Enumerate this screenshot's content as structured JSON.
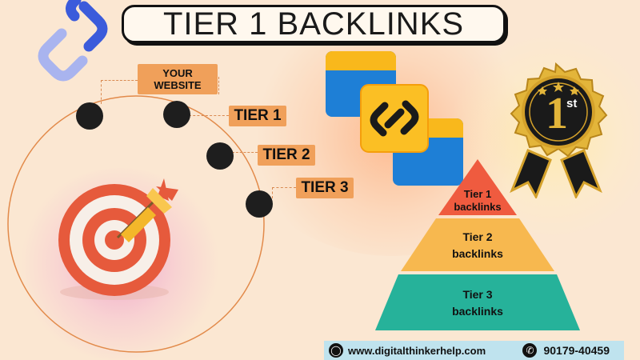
{
  "title": "TIER 1 BACKLINKS",
  "orbit_labels": {
    "your_website": "YOUR WEBSITE",
    "tier1": "TIER 1",
    "tier2": "TIER 2",
    "tier3": "TIER 3"
  },
  "pyramid": {
    "top": [
      "Tier 1",
      "backlinks"
    ],
    "middle": [
      "Tier 2",
      "backlinks"
    ],
    "bottom": [
      "Tier 3",
      "backlinks"
    ]
  },
  "badge": {
    "number": "1",
    "suffix": "st"
  },
  "footer": {
    "url": "www.digitalthinkerhelp.com",
    "phone": "90179-40459"
  },
  "colors": {
    "background": "#fbe7d2",
    "tag_orange": "#f0a05a",
    "pyramid_top": "#ef5b3f",
    "pyramid_middle": "#f7b84f",
    "pyramid_bottom": "#26b29a",
    "footer_bg": "#bfe3ee",
    "window_blue": "#1e7fd6",
    "link_yellow": "#f9b81c",
    "badge_gold": "#d4a12a"
  },
  "icons": [
    "chain-link-icon",
    "browser-window-icon",
    "target-dart-icon",
    "gold-medal-icon",
    "globe-icon",
    "phone-icon"
  ]
}
